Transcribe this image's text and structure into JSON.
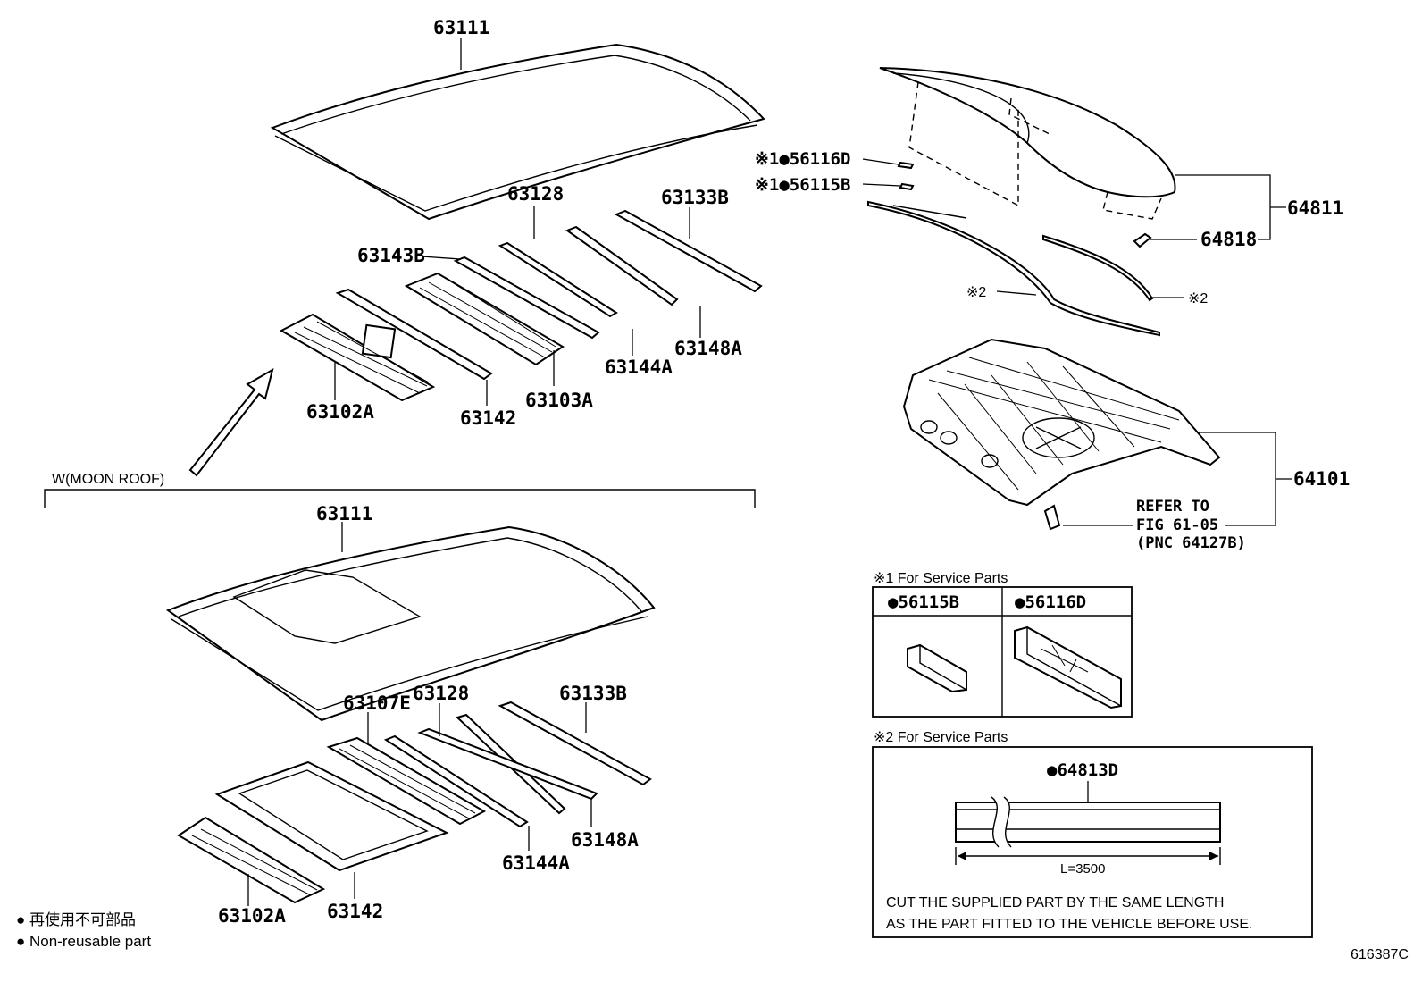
{
  "figure_code": "616387C",
  "option_label": "W(MOON ROOF)",
  "upper_group": {
    "roof_panel": "63111",
    "rail_63128": "63128",
    "rail_63133B": "63133B",
    "rail_63143B": "63143B",
    "rail_63144A": "63144A",
    "rail_63148A": "63148A",
    "panel_63103A": "63103A",
    "bow_63142": "63142",
    "header_63102A": "63102A"
  },
  "moon_roof_group": {
    "roof_panel": "63111",
    "reinf_63107E": "63107E",
    "rail_63128": "63128",
    "rail_63133B": "63133B",
    "rail_63144A": "63144A",
    "rail_63148A": "63148A",
    "frame_63142": "63142",
    "header_63102A": "63102A"
  },
  "rear_group": {
    "deck_lid_assy": "64811",
    "stopper_64818": "64818",
    "plate_56116D": "※1●56116D",
    "plate_56115B": "※1●56115B",
    "mark_2_left": "※2",
    "mark_2_right": "※2",
    "back_panel": "64101",
    "refer_line1": "REFER TO",
    "refer_line2": "FIG 61-05",
    "refer_line3": "(PNC 64127B)"
  },
  "service_box_1": {
    "title": "※1 For Service Parts",
    "left_part": "●56115B",
    "right_part": "●56116D"
  },
  "service_box_2": {
    "title": "※2 For Service Parts",
    "part": "●64813D",
    "length": "L=3500",
    "note_line1": "CUT THE SUPPLIED PART BY THE SAME LENGTH",
    "note_line2": "AS THE PART FITTED TO THE VEHICLE BEFORE USE."
  },
  "legend": {
    "jp": "● 再使用不可部品",
    "en": "● Non-reusable part"
  }
}
